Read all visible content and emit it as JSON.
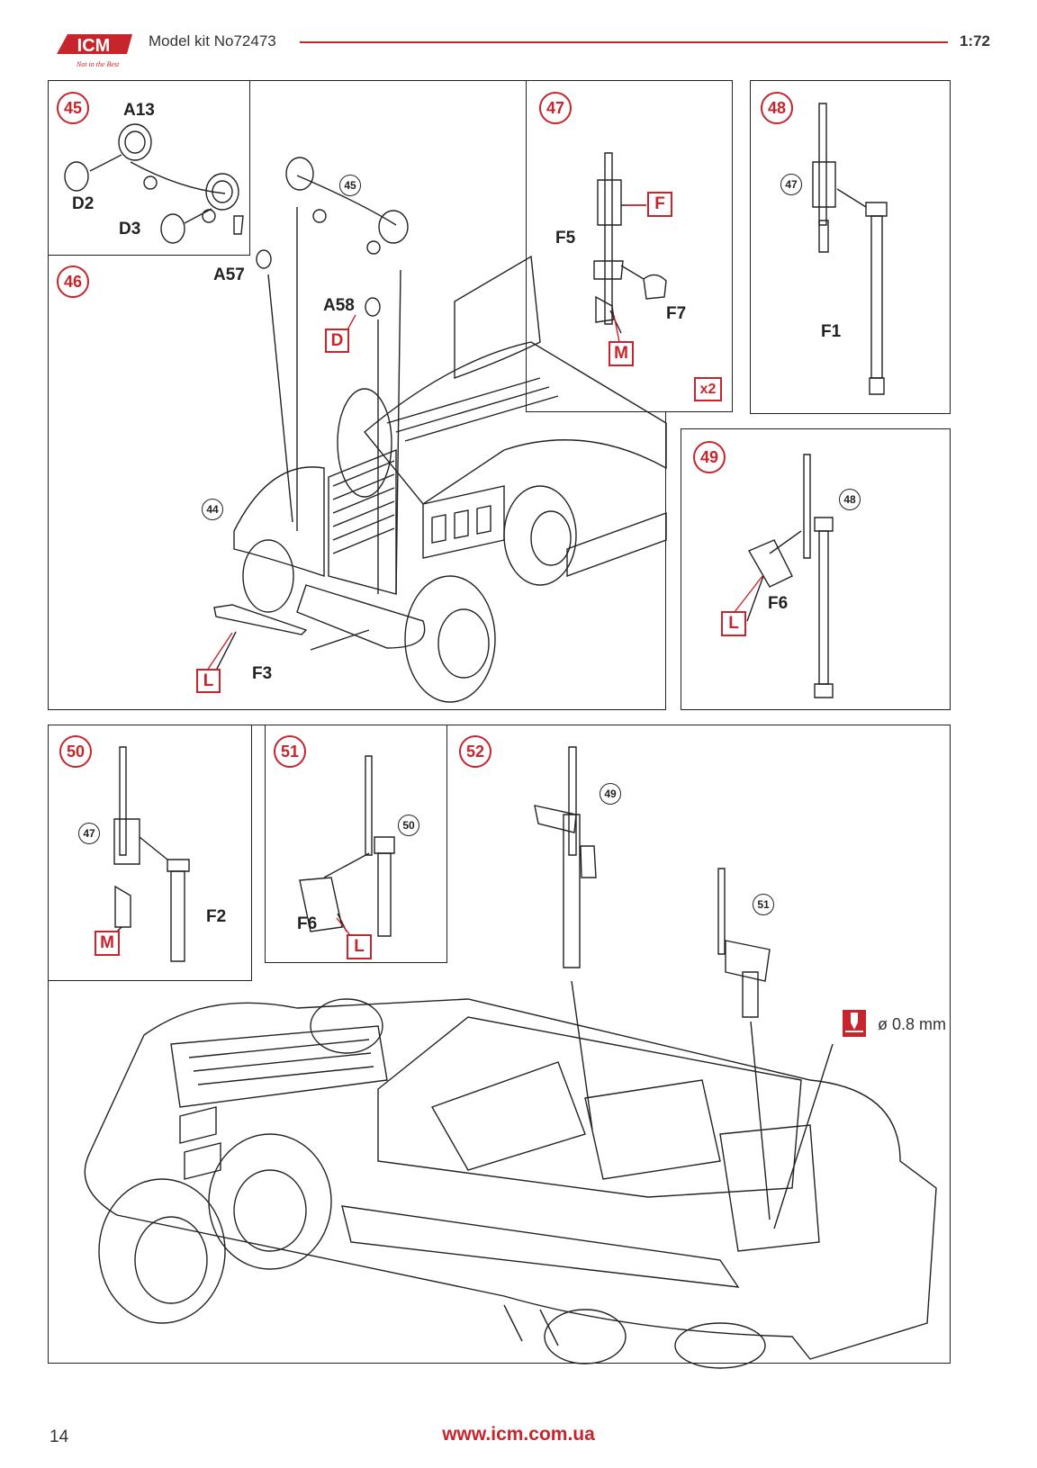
{
  "header": {
    "logo_text": "ICM",
    "logo_tagline": "Not in the Best",
    "kit_label": "Model kit No72473",
    "scale": "1:72"
  },
  "steps": {
    "s45": "45",
    "s46": "46",
    "s47": "47",
    "s48": "48",
    "s49": "49",
    "s50": "50",
    "s51": "51",
    "s52": "52"
  },
  "refs": {
    "r45": "45",
    "r44": "44",
    "r47a": "47",
    "r48": "48",
    "r47b": "47",
    "r50": "50",
    "r49": "49",
    "r51": "51"
  },
  "parts": {
    "A13": "A13",
    "D2": "D2",
    "D3": "D3",
    "A57": "A57",
    "A58": "A58",
    "F3": "F3",
    "F5": "F5",
    "F7": "F7",
    "F1": "F1",
    "F6a": "F6",
    "F2": "F2",
    "F6b": "F6"
  },
  "color_codes": {
    "D": "D",
    "L1": "L",
    "F": "F",
    "M1": "M",
    "x2": "x2",
    "L2": "L",
    "M2": "M",
    "L3": "L"
  },
  "drill": {
    "label": "ø 0.8 mm"
  },
  "footer": {
    "page": "14",
    "url": "www.icm.com.ua"
  },
  "colors": {
    "accent": "#c8242b",
    "line": "#222222"
  }
}
